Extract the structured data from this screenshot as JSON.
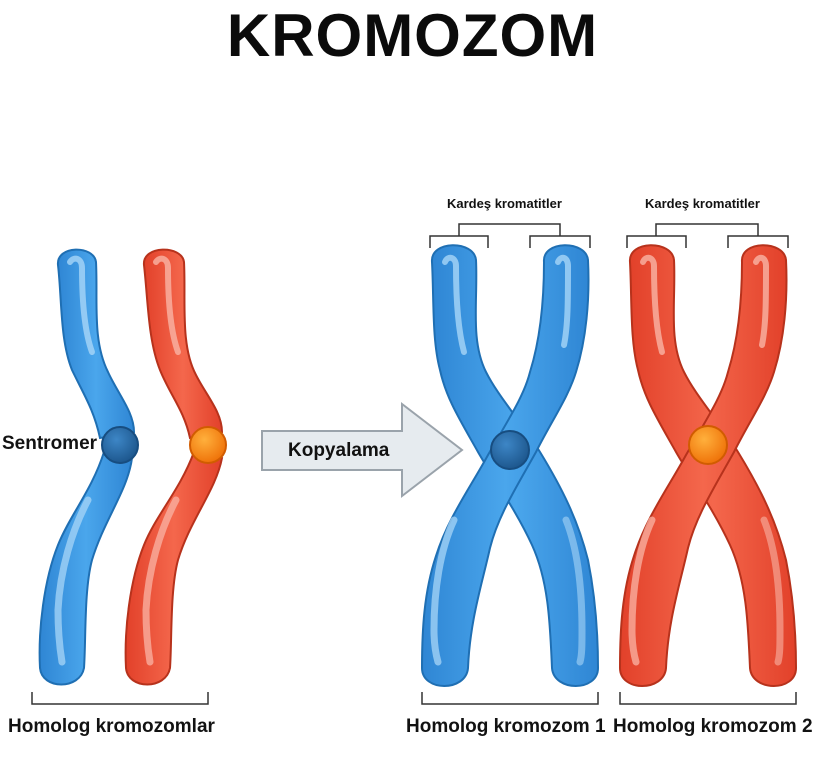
{
  "title": "KROMOZOM",
  "labels": {
    "centromere": "Sentromer",
    "copying": "Kopyalama",
    "sister_left": "Kardeş kromatitler",
    "sister_right": "Kardeş kromatitler",
    "homolog_pair": "Homolog kromozomlar",
    "homolog_1": "Homolog kromozom 1",
    "homolog_2": "Homolog kromozom 2"
  },
  "colors": {
    "blue": "#3a97e0",
    "blue_light": "#8fcaf5",
    "blue_dark": "#1d5f97",
    "red": "#f1543a",
    "red_light": "#f7a08f",
    "red_dark": "#b72d18",
    "orange": "#f7850e",
    "arrow_fill": "#e6ebef",
    "arrow_stroke": "#9aa3ab"
  },
  "icons": {
    "process_arrow": "right-arrow-icon"
  }
}
